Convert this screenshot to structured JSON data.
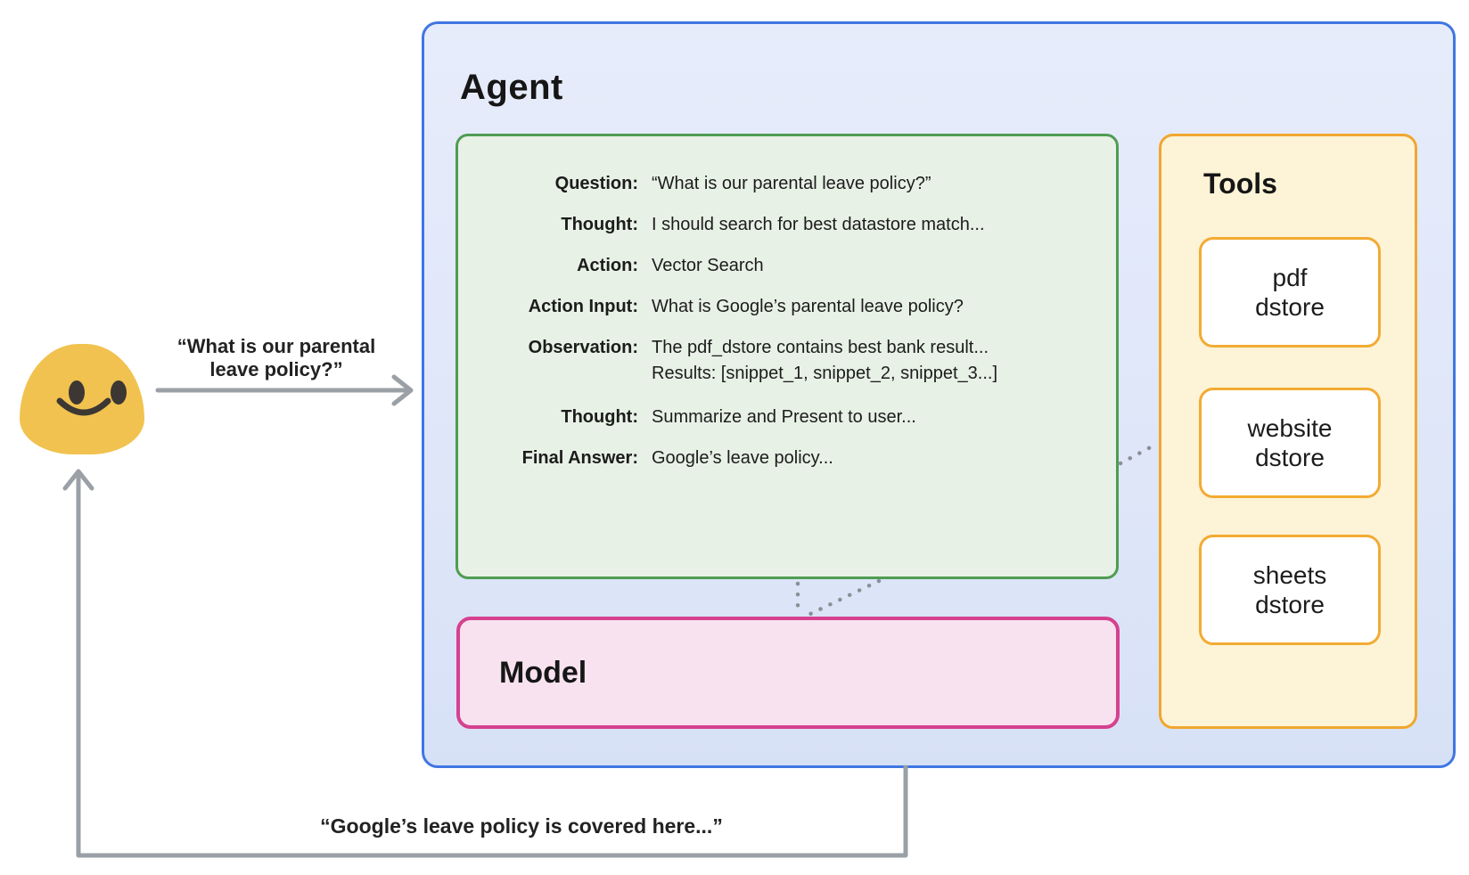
{
  "user": {
    "emoji": "smiling-blob-emoji",
    "request_line1": "“What is our parental",
    "request_line2": "leave policy?”",
    "response_text": "“Google’s leave policy is covered here...”"
  },
  "agent": {
    "title": "Agent",
    "scratchpad": {
      "rows": [
        {
          "label": "Question:",
          "value": "“What is our parental leave policy?”"
        },
        {
          "label": "Thought:",
          "value": "I should search for best datastore match..."
        },
        {
          "label": "Action:",
          "value": "Vector Search"
        },
        {
          "label": "Action Input:",
          "value": "What is Google’s parental leave policy?"
        },
        {
          "label": "Observation:",
          "value": "The pdf_dstore contains best bank result...",
          "value2": "Results: [snippet_1, snippet_2, snippet_3...]"
        },
        {
          "label": "Thought:",
          "value": "Summarize and Present to user..."
        },
        {
          "label": "Final Answer:",
          "value": "Google’s leave policy..."
        }
      ]
    },
    "model": {
      "title": "Model"
    },
    "tools": {
      "title": "Tools",
      "items": [
        {
          "line1": "pdf",
          "line2": "dstore"
        },
        {
          "line1": "website",
          "line2": "dstore"
        },
        {
          "line1": "sheets",
          "line2": "dstore"
        }
      ]
    }
  },
  "colors": {
    "agent_border": "#4076e2",
    "agent_fill": "#e2e8fa",
    "scratchpad_border": "#4f9c53",
    "scratchpad_fill": "#e8f1e6",
    "tools_border": "#f0a72e",
    "tools_fill": "#fdf3d7",
    "tool_item_border": "#f2ab33",
    "tool_item_fill": "#ffffff",
    "model_border": "#d6418f",
    "model_fill": "#f8e2ef",
    "arrow_gray": "#9aa0a6",
    "dotted_gray": "#8b9096",
    "emoji_yellow": "#f1c24f",
    "emoji_features": "#3c3733",
    "text": "#1c1c1c"
  }
}
